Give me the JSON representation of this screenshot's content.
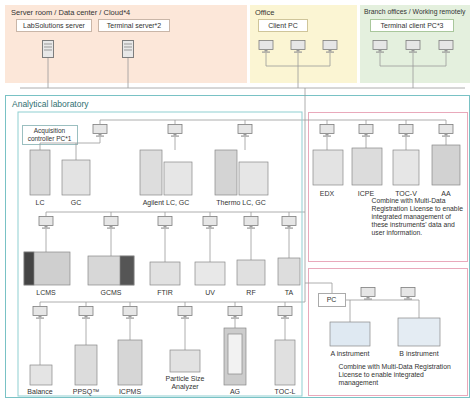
{
  "diagram": {
    "nodes": [
      {
        "text": [
          "Server room / Data center / Cloud*4"
        ]
      },
      {
        "text": [
          "LabSolutions server"
        ],
        "in": 0
      },
      {
        "text": [
          "Terminal server*2"
        ],
        "in": 0
      },
      {
        "text": [
          "Office"
        ]
      },
      {
        "text": [
          "Client PC"
        ],
        "in": 3
      },
      {
        "text": [
          "Branch offices / Working remotely"
        ]
      },
      {
        "text": [
          "Terminal client PC*3"
        ],
        "in": 5
      },
      {
        "text": [
          "Analytical laboratory"
        ]
      },
      {
        "text": [
          "Acquisition controller PC*1"
        ],
        "in": 7
      },
      {
        "text": [
          "Combine with Multi-Data Registration License to enable integrated management of these instruments' data and user information."
        ],
        "in": 7
      },
      {
        "text": [
          "Combine with Multi-Data Registration License to enable integrated management"
        ],
        "in": 7
      },
      {
        "text": [
          "PC"
        ],
        "in": 10
      }
    ],
    "labels": [
      "LC",
      "GC",
      "Agilent LC, GC",
      "Thermo LC, GC",
      "LCMS",
      "GCMS",
      "FTIR",
      "UV",
      "RF",
      "TA",
      "Balance",
      "PPSQ™",
      "ICPMS",
      "Particle Size Analyzer",
      "AG",
      "TOC-L",
      "EDX",
      "ICPE",
      "TOC-V",
      "AA",
      "A instrument",
      "B instrument"
    ]
  }
}
